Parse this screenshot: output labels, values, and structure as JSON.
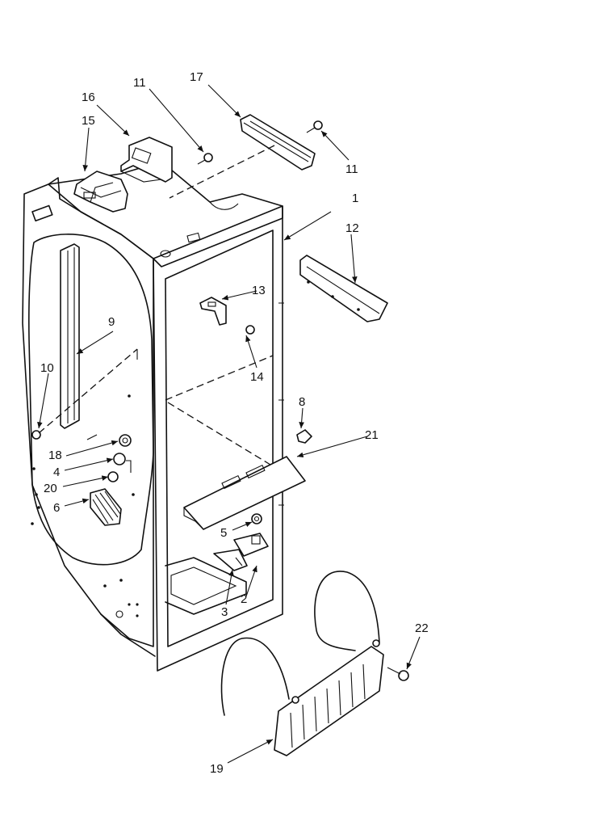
{
  "callouts": [
    {
      "id": "c1",
      "label": "1"
    },
    {
      "id": "c2",
      "label": "2"
    },
    {
      "id": "c3",
      "label": "3"
    },
    {
      "id": "c4",
      "label": "4"
    },
    {
      "id": "c5",
      "label": "5"
    },
    {
      "id": "c6",
      "label": "6"
    },
    {
      "id": "c8",
      "label": "8"
    },
    {
      "id": "c9",
      "label": "9"
    },
    {
      "id": "c10",
      "label": "10"
    },
    {
      "id": "c11a",
      "label": "11"
    },
    {
      "id": "c11b",
      "label": "11"
    },
    {
      "id": "c12",
      "label": "12"
    },
    {
      "id": "c13",
      "label": "13"
    },
    {
      "id": "c14",
      "label": "14"
    },
    {
      "id": "c15",
      "label": "15"
    },
    {
      "id": "c16",
      "label": "16"
    },
    {
      "id": "c17",
      "label": "17"
    },
    {
      "id": "c18",
      "label": "18"
    },
    {
      "id": "c19",
      "label": "19"
    },
    {
      "id": "c20",
      "label": "20"
    },
    {
      "id": "c21",
      "label": "21"
    },
    {
      "id": "c22",
      "label": "22"
    }
  ]
}
